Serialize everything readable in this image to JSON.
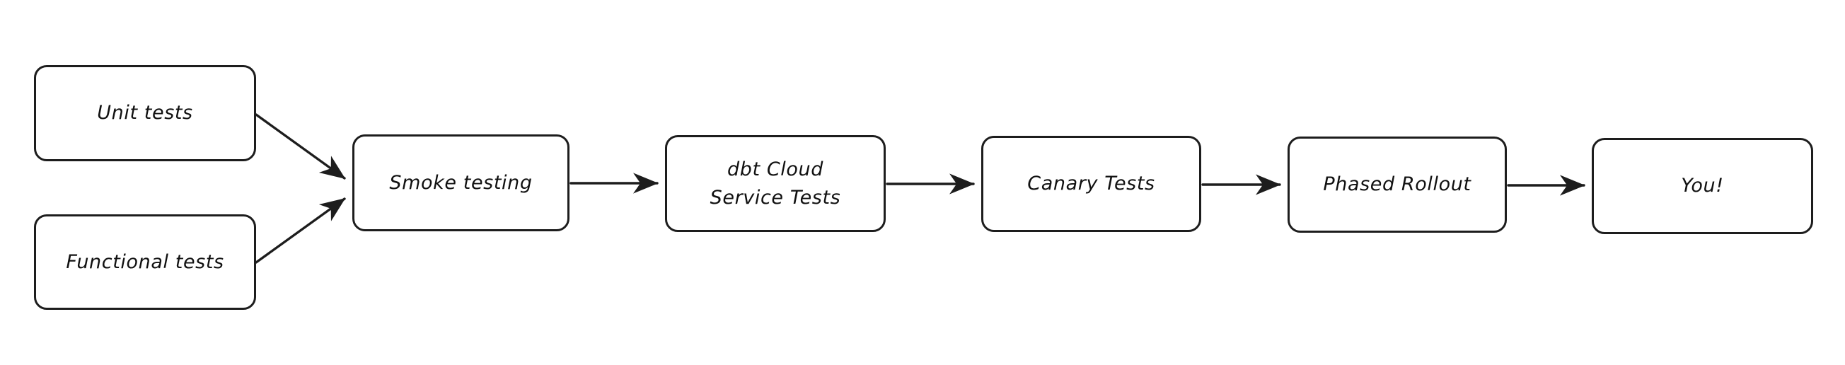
{
  "diagram": {
    "type": "flowchart",
    "direction": "left-to-right",
    "style": "hand-drawn",
    "background_color": "#ffffff",
    "stroke_color": "#1d1d1d",
    "text_color": "#111111",
    "nodes": [
      {
        "id": "unit-tests",
        "label": "Unit tests"
      },
      {
        "id": "functional-tests",
        "label": "Functional tests"
      },
      {
        "id": "smoke-testing",
        "label": "Smoke testing"
      },
      {
        "id": "dbt-cloud",
        "label": "dbt Cloud\nService Tests"
      },
      {
        "id": "canary-tests",
        "label": "Canary Tests"
      },
      {
        "id": "phased-rollout",
        "label": "Phased Rollout"
      },
      {
        "id": "you",
        "label": "You!"
      }
    ],
    "edges": [
      {
        "from": "unit-tests",
        "to": "smoke-testing",
        "arrow": "single"
      },
      {
        "from": "functional-tests",
        "to": "smoke-testing",
        "arrow": "single"
      },
      {
        "from": "smoke-testing",
        "to": "dbt-cloud",
        "arrow": "single"
      },
      {
        "from": "dbt-cloud",
        "to": "canary-tests",
        "arrow": "single"
      },
      {
        "from": "canary-tests",
        "to": "phased-rollout",
        "arrow": "single"
      },
      {
        "from": "phased-rollout",
        "to": "you",
        "arrow": "single"
      }
    ]
  }
}
